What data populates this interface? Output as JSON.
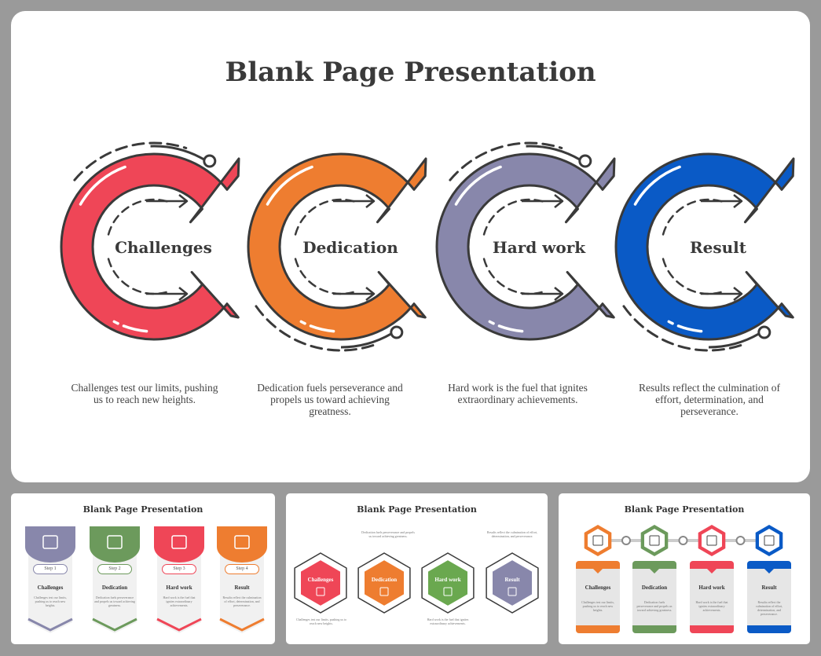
{
  "main": {
    "title": "Blank Page Presentation",
    "steps": [
      {
        "label": "Challenges",
        "desc": "Challenges test our limits, pushing us to reach new heights.",
        "color": "#ef4657"
      },
      {
        "label": "Dedication",
        "desc": "Dedication fuels perseverance and propels us toward achieving greatness.",
        "color": "#ee7d30"
      },
      {
        "label": "Hard work",
        "desc": "Hard work is the fuel that ignites extraordinary achievements.",
        "color": "#8887ab"
      },
      {
        "label": "Result",
        "desc": "Results reflect the culmination of effort, determination, and perseverance.",
        "color": "#0a5ac6"
      }
    ]
  },
  "thumbs": [
    {
      "title": "Blank Page Presentation",
      "cards": [
        {
          "step": "Step 1",
          "label": "Challenges",
          "text": "Challenges test our limits, pushing us to reach new heights.",
          "color": "#8887ab"
        },
        {
          "step": "Step 2",
          "label": "Dedication",
          "text": "Dedication fuels perseverance and propels us toward achieving greatness.",
          "color": "#6c9a5c"
        },
        {
          "step": "Step 3",
          "label": "Hard work",
          "text": "Hard work is the fuel that ignites extraordinary achievements.",
          "color": "#ef4657"
        },
        {
          "step": "Step 4",
          "label": "Result",
          "text": "Results reflect the culmination of effort, determination, and perseverance.",
          "color": "#ee7d30"
        }
      ]
    },
    {
      "title": "Blank Page Presentation",
      "hexes": [
        {
          "label": "Challenges",
          "text": "Challenges test our limits, pushing us to reach new heights.",
          "color": "#ef4657"
        },
        {
          "label": "Dedication",
          "text": "Dedication fuels perseverance and propels us toward achieving greatness.",
          "color": "#ee7d30"
        },
        {
          "label": "Hard work",
          "text": "Hard work is the fuel that ignites extraordinary achievements.",
          "color": "#6aa84f"
        },
        {
          "label": "Result",
          "text": "Results reflect the culmination of effort, determination, and perseverance.",
          "color": "#8887ab"
        }
      ]
    },
    {
      "title": "Blank Page Presentation",
      "cards": [
        {
          "label": "Challenges",
          "text": "Challenges test our limits, pushing us to reach new heights.",
          "color": "#ee7d30"
        },
        {
          "label": "Dedication",
          "text": "Dedication fuels perseverance and propels us toward achieving greatness.",
          "color": "#6c9a5c"
        },
        {
          "label": "Hard work",
          "text": "Hard work is the fuel that ignites extraordinary achievements.",
          "color": "#ef4657"
        },
        {
          "label": "Result",
          "text": "Results reflect the culmination of effort, determination, and perseverance.",
          "color": "#0a5ac6"
        }
      ]
    }
  ]
}
